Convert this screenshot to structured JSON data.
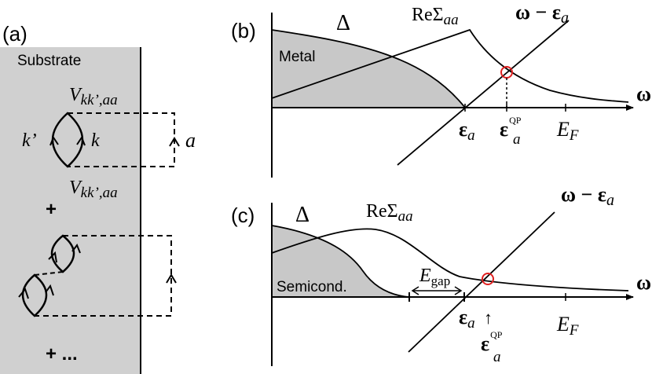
{
  "panel_a": {
    "label": "(a)",
    "substrate": "Substrate",
    "v_top": "V",
    "v_top_sub": "kk’,aa",
    "v_bottom": "V",
    "v_bottom_sub": "kk’,aa",
    "k_prime": "k’",
    "k": "k",
    "a": "a",
    "plus": "+",
    "plus_more": "+ ..."
  },
  "panel_b": {
    "label": "(b)",
    "delta": "Δ",
    "material": "Metal",
    "re_sigma": "ReΣ",
    "re_sigma_sub": "aa",
    "omega_minus": "ω − ε",
    "omega_minus_sub": "a",
    "omega": "ω",
    "eps": "ε",
    "eps_sub": "a",
    "eps_qp": "ε",
    "eps_qp_sup": "QP",
    "eps_qp_sub": "a",
    "ef": "E",
    "ef_sub": "F"
  },
  "panel_c": {
    "label": "(c)",
    "delta": "Δ",
    "material": "Semicond.",
    "re_sigma": "ReΣ",
    "re_sigma_sub": "aa",
    "omega_minus": "ω − ε",
    "omega_minus_sub": "a",
    "omega": "ω",
    "egap": "E",
    "egap_sub": "gap",
    "eps": "ε",
    "eps_sub": "a",
    "arrow": "↑",
    "eps_qp": "ε",
    "eps_qp_sup": "QP",
    "eps_qp_sub": "a",
    "ef": "E",
    "ef_sub": "F"
  },
  "colors": {
    "substrate_fill": "#d0d0d0",
    "shade": "#c8c8c8",
    "line": "#000000",
    "marker": "#e02020"
  }
}
